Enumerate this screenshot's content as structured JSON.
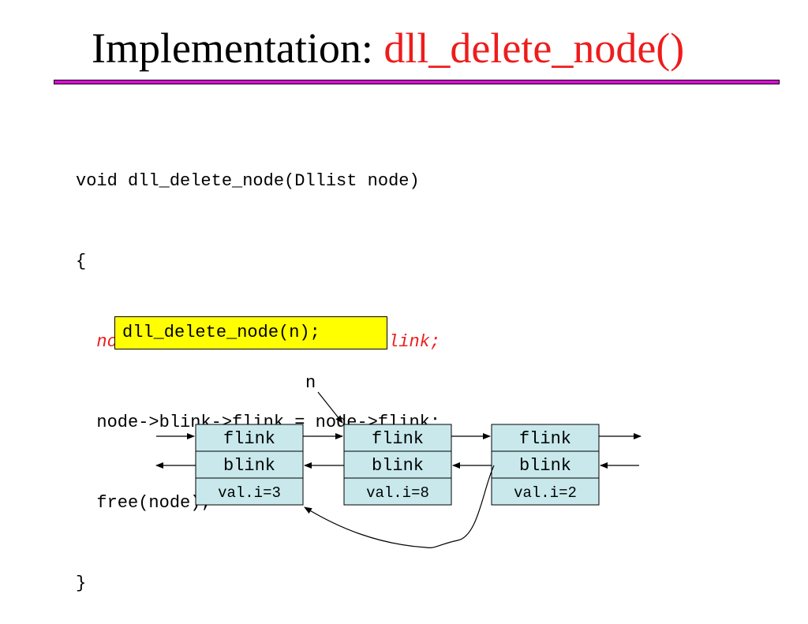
{
  "slide": {
    "title_prefix": "Implementation: ",
    "title_function": "dll_delete_node()",
    "accent_color": "#d80fd4",
    "highlight_color": "#ee1c1c"
  },
  "code": {
    "lines": [
      "void dll_delete_node(Dllist node)",
      "{",
      "  node->flink->blink = node->blink;",
      "  node->blink->flink = node->flink;",
      "  free(node);",
      "}"
    ],
    "highlighted_line": 2
  },
  "call": {
    "text": "dll_delete_node(n);",
    "background": "#ffff00"
  },
  "list": {
    "pointer_label": "n",
    "field_labels": [
      "flink",
      "blink"
    ],
    "nodes": [
      {
        "value": "val.i=3"
      },
      {
        "value": "val.i=8"
      },
      {
        "value": "val.i=2"
      }
    ],
    "node_color": "#c8e8ec"
  }
}
